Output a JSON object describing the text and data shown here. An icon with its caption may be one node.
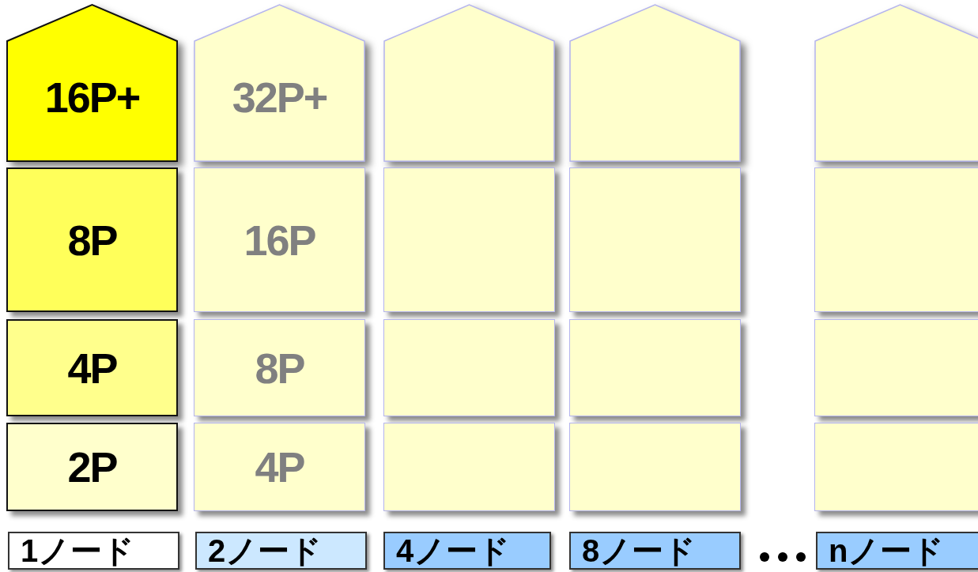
{
  "diagram": {
    "nodes": [
      {
        "text": [
          "16P+"
        ]
      },
      {
        "text": [
          "32P+"
        ]
      },
      {
        "text": [],
        "shape": "pentagon"
      },
      {
        "text": [],
        "shape": "pentagon"
      },
      {
        "text": [],
        "shape": "pentagon"
      },
      {
        "text": [
          "8P"
        ]
      },
      {
        "text": [
          "16P"
        ]
      },
      {
        "text": [],
        "shape": "box"
      },
      {
        "text": [],
        "shape": "box"
      },
      {
        "text": [],
        "shape": "box"
      },
      {
        "text": [
          "4P"
        ]
      },
      {
        "text": [
          "8P"
        ]
      },
      {
        "text": [],
        "shape": "box"
      },
      {
        "text": [],
        "shape": "box"
      },
      {
        "text": [],
        "shape": "box"
      },
      {
        "text": [
          "2P"
        ]
      },
      {
        "text": [
          "4P"
        ]
      },
      {
        "text": [],
        "shape": "box"
      },
      {
        "text": [],
        "shape": "box"
      },
      {
        "text": [],
        "shape": "box"
      },
      {
        "text": [
          "1ノード"
        ]
      },
      {
        "text": [
          "2ノード"
        ]
      },
      {
        "text": [
          "4ノード"
        ]
      },
      {
        "text": [
          "8ノード"
        ]
      },
      {
        "text": [
          "nノード"
        ]
      }
    ]
  }
}
